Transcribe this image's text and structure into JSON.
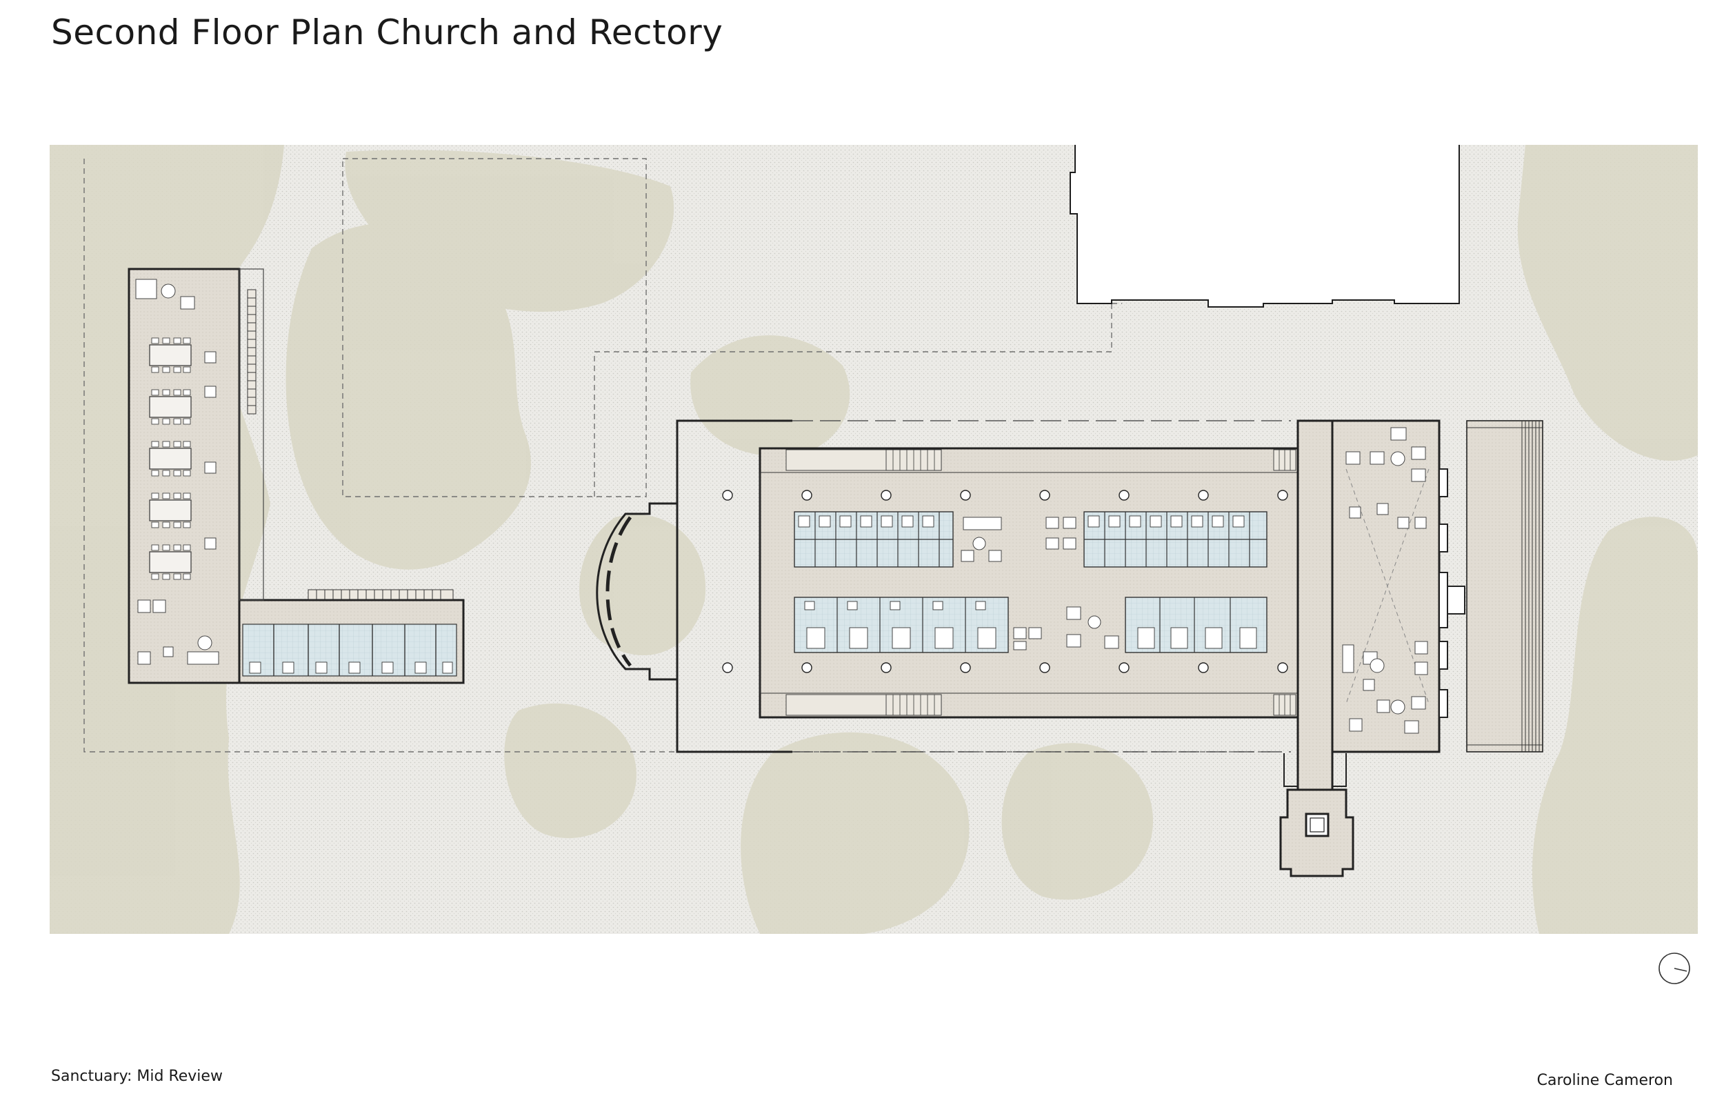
{
  "header": {
    "title": "Second Floor Plan Church and Rectory"
  },
  "footer": {
    "project": "Sanctuary: Mid Review",
    "author": "Caroline Cameron"
  },
  "colors": {
    "ground": "#e8e7e2",
    "vegetation": "#d8d6c2",
    "floor": "#ddd8cf",
    "wall": "#2a2a2a",
    "fixture_tint": "#cfe0e6"
  },
  "icons": {
    "north_arrow": "north-arrow-icon"
  }
}
